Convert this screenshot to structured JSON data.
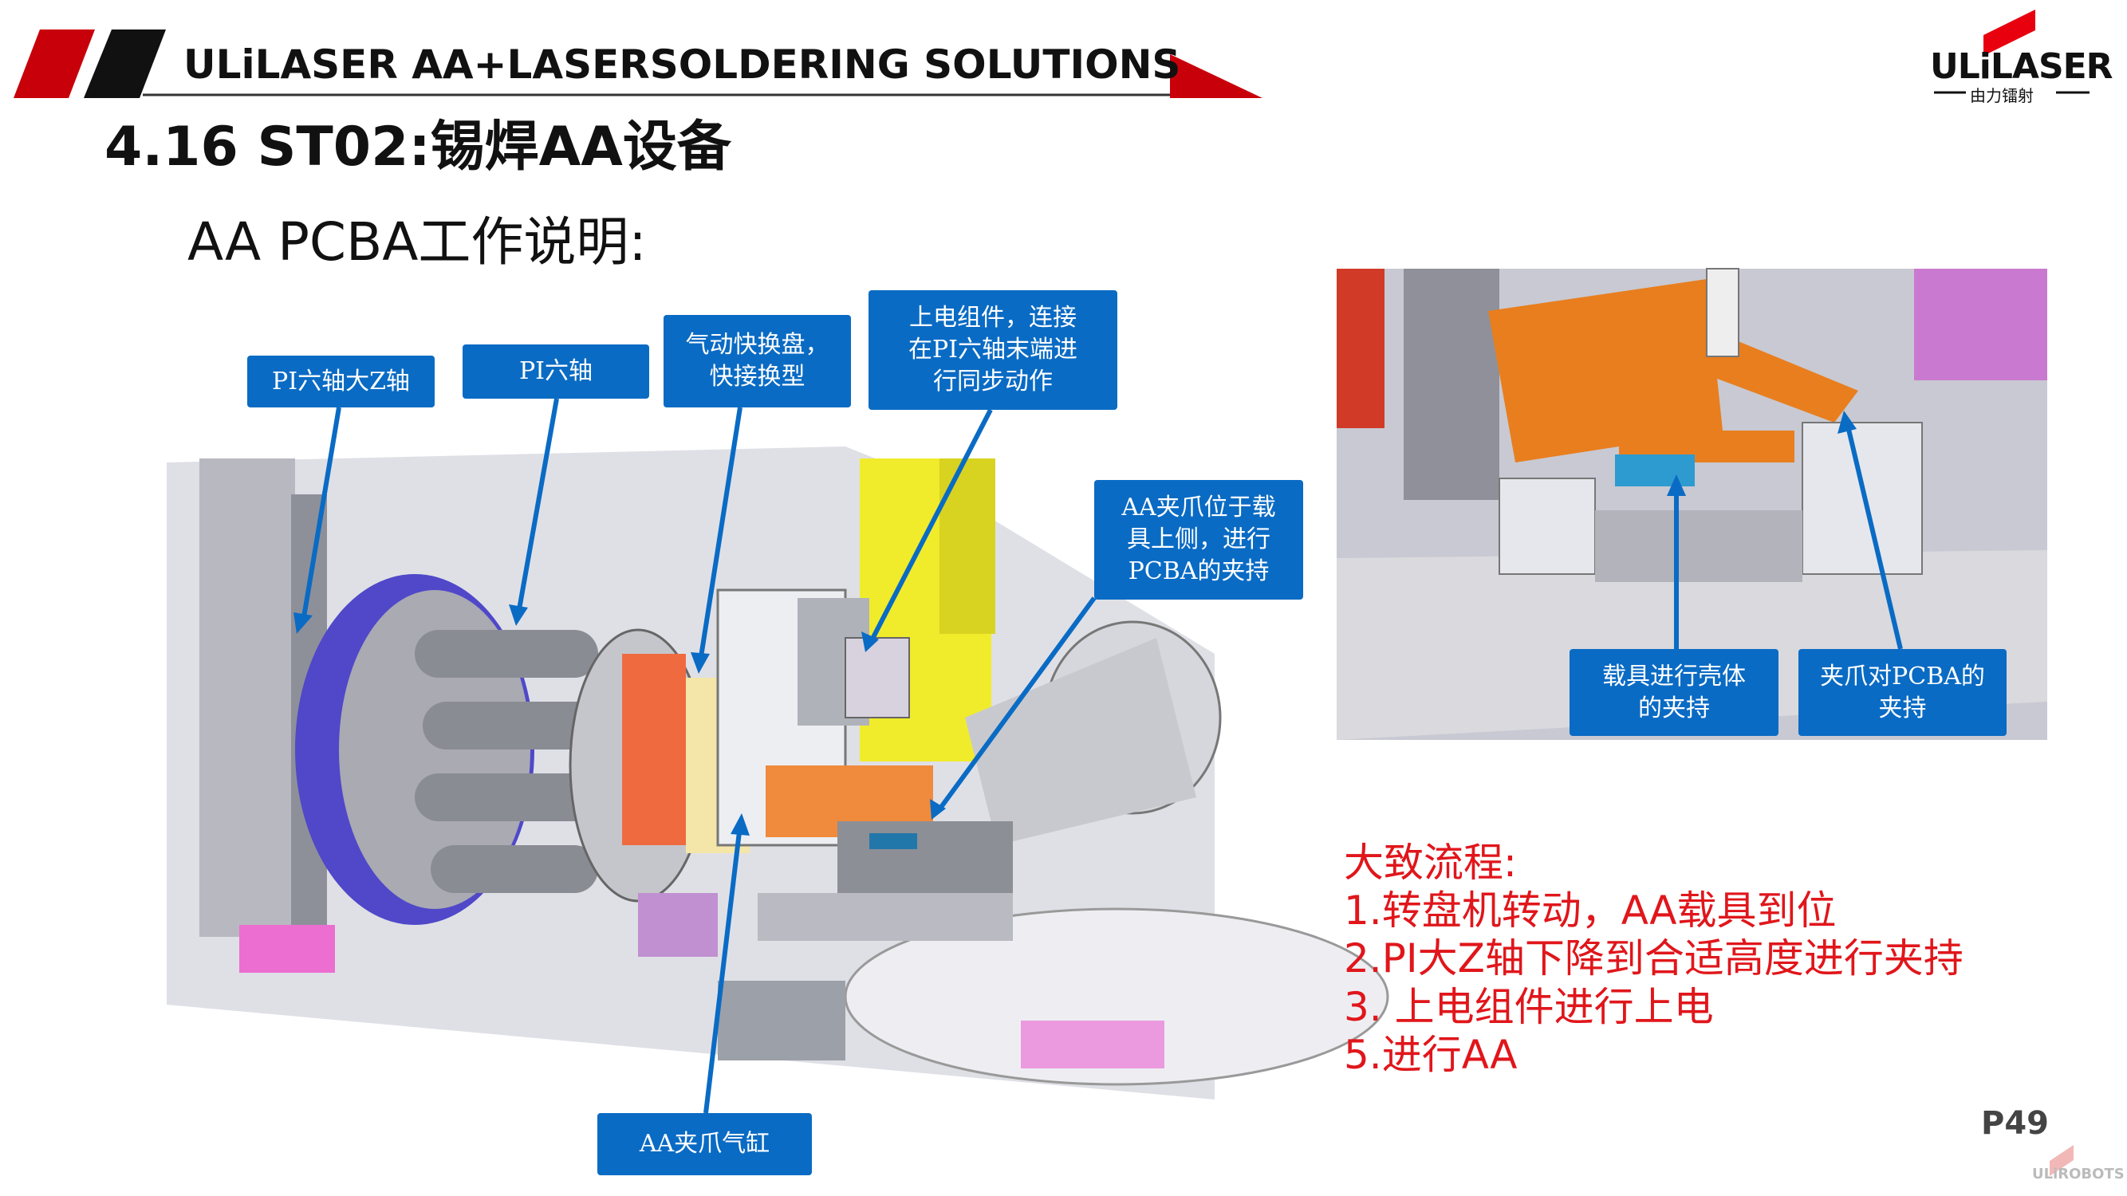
{
  "header": {
    "banner_text": "ULiLASER AA+LASERSOLDERING SOLUTIONS",
    "section_title": "4.16   ST02:锡焊AA设备",
    "subtitle": "AA PCBA工作说明:"
  },
  "logo": {
    "text": "ULiLASER",
    "sub": "由力镭射"
  },
  "callouts_left": [
    {
      "label": "PI六轴大Z轴"
    },
    {
      "label": "PI六轴"
    },
    {
      "label": "气动快换盘，\n快接换型"
    },
    {
      "label": "上电组件，连接\n在PI六轴末端进\n行同步动作"
    },
    {
      "label": "AA夹爪位于载\n具上侧，进行\nPCBA的夹持"
    },
    {
      "label": "AA夹爪气缸"
    }
  ],
  "callouts_right": [
    {
      "label": "载具进行壳体\n的夹持"
    },
    {
      "label": "夹爪对PCBA的\n夹持"
    }
  ],
  "flow": {
    "title": "大致流程:",
    "steps": [
      "1.转盘机转动，AA载具到位",
      "2.PI大Z轴下降到合适高度进行夹持",
      "3. 上电组件进行上电",
      "5.进行AA"
    ]
  },
  "page_number": "P49",
  "watermark": "ULiROBOTS",
  "colors": {
    "brand_red": "#c8000a",
    "callout_blue": "#0a6bc4",
    "flow_red": "#e0161b"
  }
}
